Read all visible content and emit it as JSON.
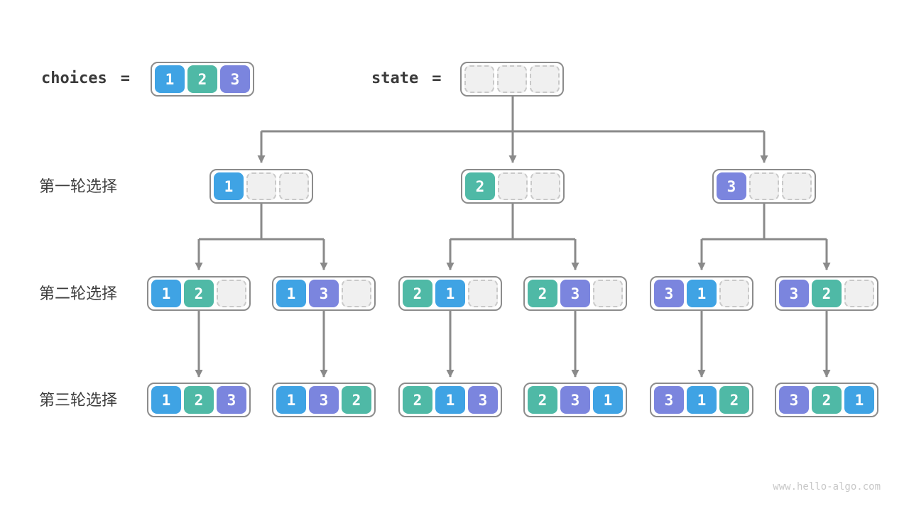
{
  "header": {
    "choices_label": "choices",
    "state_label": "state",
    "equals": "=",
    "choices_cells": [
      1,
      2,
      3
    ],
    "state_cells": [
      null,
      null,
      null
    ]
  },
  "rows": [
    {
      "label": "第一轮选择",
      "boxes": [
        [
          1,
          null,
          null
        ],
        [
          2,
          null,
          null
        ],
        [
          3,
          null,
          null
        ]
      ]
    },
    {
      "label": "第二轮选择",
      "boxes": [
        [
          1,
          2,
          null
        ],
        [
          1,
          3,
          null
        ],
        [
          2,
          1,
          null
        ],
        [
          2,
          3,
          null
        ],
        [
          3,
          1,
          null
        ],
        [
          3,
          2,
          null
        ]
      ]
    },
    {
      "label": "第三轮选择",
      "boxes": [
        [
          1,
          2,
          3
        ],
        [
          1,
          3,
          2
        ],
        [
          2,
          1,
          3
        ],
        [
          2,
          3,
          1
        ],
        [
          3,
          1,
          2
        ],
        [
          3,
          2,
          1
        ]
      ]
    }
  ],
  "colors": {
    "1": "#3fa3e4",
    "2": "#4fb9a6",
    "3": "#7b85de",
    "arrow": "#8a8a8a",
    "box_border": "#8c8c8c"
  },
  "watermark": "www.hello-algo.com"
}
